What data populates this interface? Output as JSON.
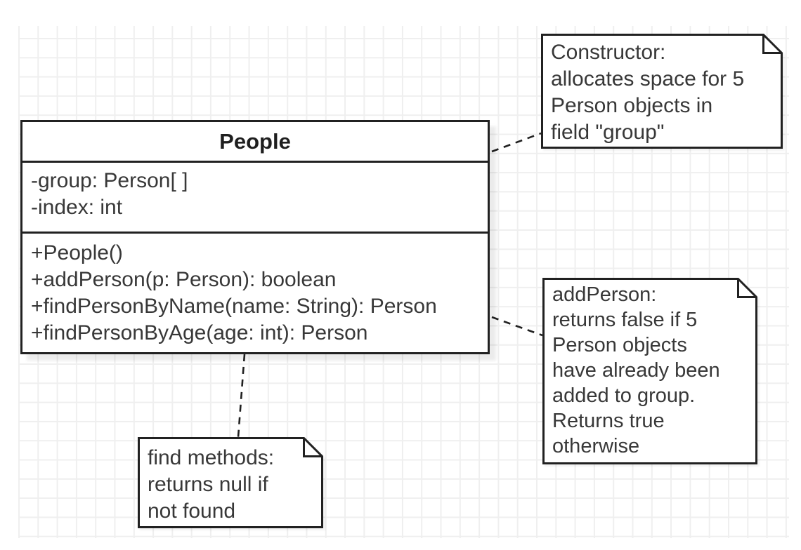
{
  "canvas": {
    "background": "#ffffff",
    "grid_color": "#efefef",
    "stroke_color": "#212121",
    "text_color": "#383838"
  },
  "class_box": {
    "title": "People",
    "attributes": [
      "-group: Person[ ]",
      "-index: int"
    ],
    "methods": [
      "+People()",
      "+addPerson(p: Person): boolean",
      "+findPersonByName(name: String): Person",
      "+findPersonByAge(age: int): Person"
    ]
  },
  "notes": {
    "constructor": {
      "text": "Constructor:\nallocates space for 5\nPerson objects in\nfield \"group\""
    },
    "addperson": {
      "text": "addPerson:\nreturns false if 5\nPerson objects\nhave already been\nadded to group.\nReturns true\notherwise"
    },
    "find": {
      "text": "find methods:\nreturns null if\nnot found"
    }
  }
}
